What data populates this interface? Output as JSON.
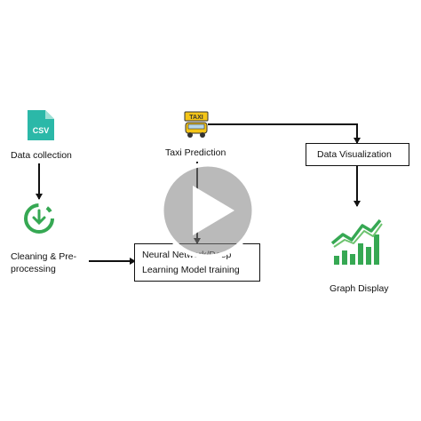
{
  "nodes": {
    "csv": {
      "icon_text": "CSV",
      "label": "Data collection"
    },
    "clean": {
      "label_line1": "Cleaning & Pre-",
      "label_line2": "processing"
    },
    "taxi": {
      "icon_text": "TAXI",
      "label": "Taxi Prediction"
    },
    "nn": {
      "line1": "Neural Network/Deep",
      "line2": "Learning Model training"
    },
    "viz": {
      "label": "Data Visualization"
    },
    "graph": {
      "label": "Graph Display"
    }
  },
  "icons": {
    "csv": "csv-file-icon",
    "clean": "download-circle-icon",
    "taxi": "taxi-icon",
    "graph": "bar-trend-chart-icon",
    "play": "play-icon"
  },
  "colors": {
    "teal": "#2bb8a8",
    "green": "#36a853",
    "green_light": "#6dc36f",
    "taxi_yellow": "#f4c518",
    "overlay": "#8a8a8a"
  }
}
